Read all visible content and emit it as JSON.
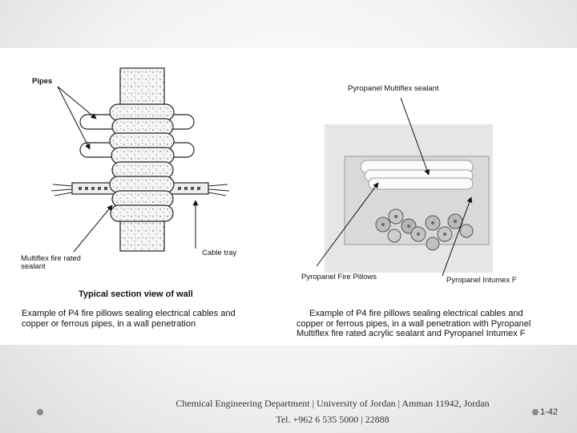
{
  "left_figure": {
    "label_pipes": "Pipes",
    "label_sealant_line1": "Multiflex fire rated",
    "label_sealant_line2": "sealant",
    "label_cable_tray": "Cable tray",
    "section_title": "Typical section view of wall",
    "caption_line1": "Example of P4 fire pillows sealing electrical cables and",
    "caption_line2": "copper or ferrous pipes, in a wall penetration"
  },
  "right_figure": {
    "label_multiflex": "Pyropanel Multiflex sealant",
    "label_pillows": "Pyropanel Fire Pillows",
    "label_intumex": "Pyropanel Intumex F",
    "caption_line1": "Example of P4 fire pillows sealing electrical cables and",
    "caption_line2": "copper or ferrous pipes, in a wall penetration with Pyropanel",
    "caption_line3": "Multiflex fire rated acrylic sealant and Pyropanel Intumex F"
  },
  "footer": {
    "line1": "Chemical Engineering Department | University of Jordan | Amman 11942, Jordan",
    "line2": "Tel. +962 6 535 5000 | 22888",
    "slide_number": "1-42"
  }
}
